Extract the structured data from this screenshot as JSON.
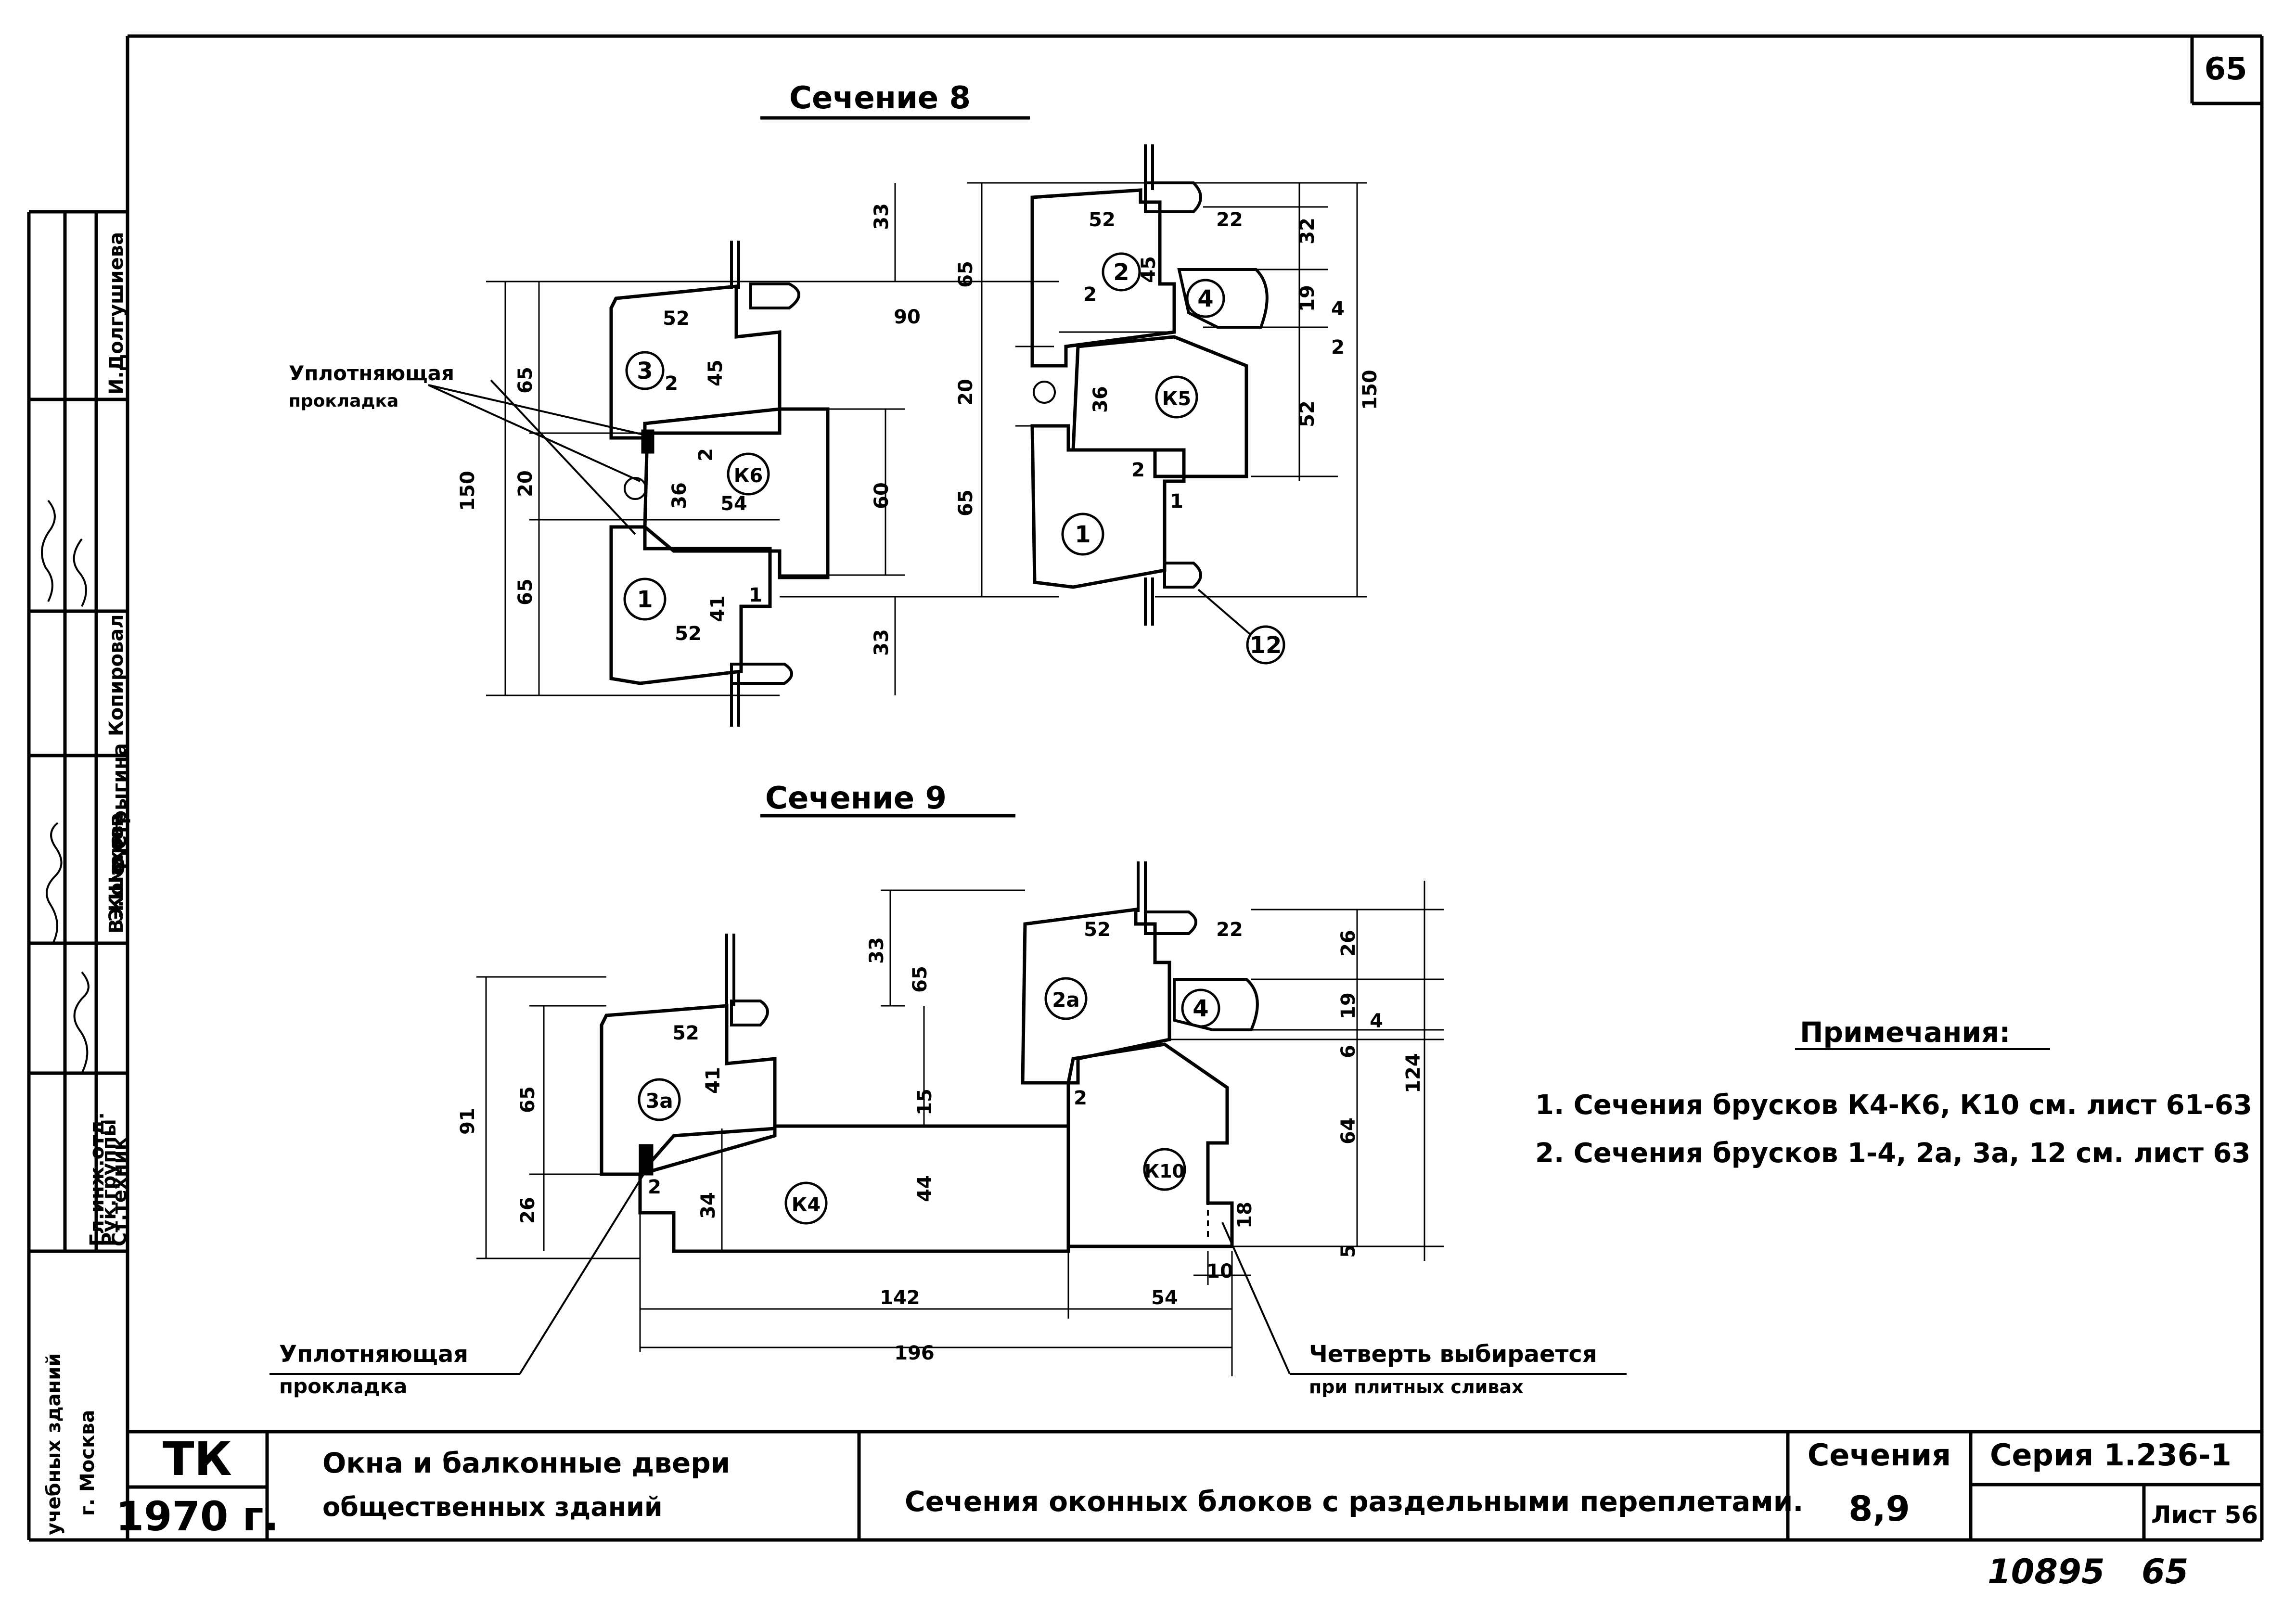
{
  "sheet": {
    "page_number": "65",
    "bottom_numbers": [
      "10895",
      "65"
    ]
  },
  "section8": {
    "title": "Сечение 8",
    "labels": {
      "seal": [
        "Уплотняющая",
        "прокладка"
      ],
      "bars": [
        "3",
        "1",
        "К6",
        "2",
        "4",
        "К5",
        "1",
        "12"
      ]
    },
    "dims": [
      "65",
      "20",
      "65",
      "150",
      "52",
      "45",
      "2",
      "36",
      "54",
      "2",
      "41",
      "52",
      "1",
      "60",
      "33",
      "65",
      "90",
      "33",
      "65",
      "20",
      "65",
      "52",
      "22",
      "32",
      "45",
      "2",
      "19",
      "4",
      "2",
      "150",
      "36",
      "52",
      "2",
      "1"
    ]
  },
  "section9": {
    "title": "Сечение 9",
    "labels": {
      "seal": [
        "Уплотняющая",
        "прокладка"
      ],
      "quarter_note": [
        "Четверть выбирается",
        "при плитных сливах"
      ],
      "bars": [
        "3а",
        "К4",
        "2а",
        "4",
        "К10"
      ]
    },
    "dims": [
      "91",
      "65",
      "26",
      "52",
      "41",
      "34",
      "44",
      "15",
      "2",
      "33",
      "65",
      "52",
      "22",
      "26",
      "19",
      "4",
      "6",
      "124",
      "64",
      "18",
      "5",
      "10",
      "2",
      "142",
      "54",
      "196"
    ]
  },
  "notes": {
    "heading": "Примечания:",
    "items": [
      "1. Сечения брусков К4-К6, К10 см. лист 61-63",
      "2. Сечения брусков 1-4, 2а, 3а, 12 см. лист 63"
    ]
  },
  "left_stamp": {
    "roles": [
      "Гл.инж.отд.",
      "Рук.группы",
      "Ст.техник",
      "Копировал",
      "учебных зданий",
      "г. Москва"
    ],
    "names": [
      "В.Комаров",
      "Э.Шахова",
      "Ф.Стрыгина",
      "И.Долгушиева"
    ]
  },
  "title_block": {
    "org_code": "ТК",
    "year": "1970 г.",
    "project_title": [
      "Окна и балконные двери",
      "общественных зданий"
    ],
    "drawing_title": "Сечения оконных блоков с раздельными переплетами.",
    "section_label": "Сечения",
    "section_numbers": "8,9",
    "series": "Серия 1.236-1",
    "sheet": "Лист 56"
  }
}
